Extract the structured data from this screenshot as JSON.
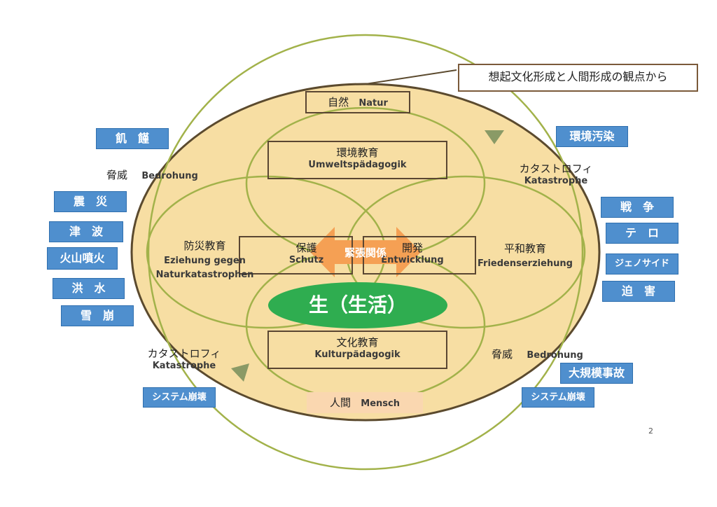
{
  "heading": "想起文化形成と人間形成の観点から",
  "top_box": {
    "jp": "自然",
    "de": "Natur"
  },
  "bottom_box": {
    "jp": "人間",
    "de": "Mensch"
  },
  "center": "生（生活）",
  "tension": "緊張関係",
  "education": {
    "environment": {
      "jp": "環境教育",
      "de": "Umweltspädagogik"
    },
    "disaster": {
      "jp": "防災教育",
      "de1": "Eziehung gegen",
      "de2": "Naturkatastrophen"
    },
    "peace": {
      "jp": "平和教育",
      "de": "Friedenserziehung"
    },
    "culture": {
      "jp": "文化教育",
      "de": "Kulturpädagogik"
    }
  },
  "protection": {
    "jp": "保護",
    "de": "Schutz"
  },
  "development": {
    "jp": "開発",
    "de": "Entwicklung"
  },
  "threat_label": {
    "jp": "脅威",
    "de": "Bedrohung"
  },
  "catastrophe_label": {
    "jp": "カタストロフィ",
    "de": "Katastrophe"
  },
  "left_items": [
    "飢　饉",
    "震　災",
    "津　波",
    "火山噴火",
    "洪　水",
    "雪　崩"
  ],
  "right_items": [
    "環境汚染",
    "戦　争",
    "テ　ロ",
    "ジェノサイド",
    "迫　害"
  ],
  "bottom_left_item": "システム崩壊",
  "bottom_right_items": [
    "大規模事故",
    "システム崩壊"
  ],
  "page_number": "2",
  "colors": {
    "ellipse_fill": "#f7dea3",
    "circle_stroke": "#a2b24a",
    "center_green": "#2fad50",
    "arrow_orange": "#f5a054",
    "blue_box": "#4f8fce",
    "border_brown": "#5a4632"
  }
}
